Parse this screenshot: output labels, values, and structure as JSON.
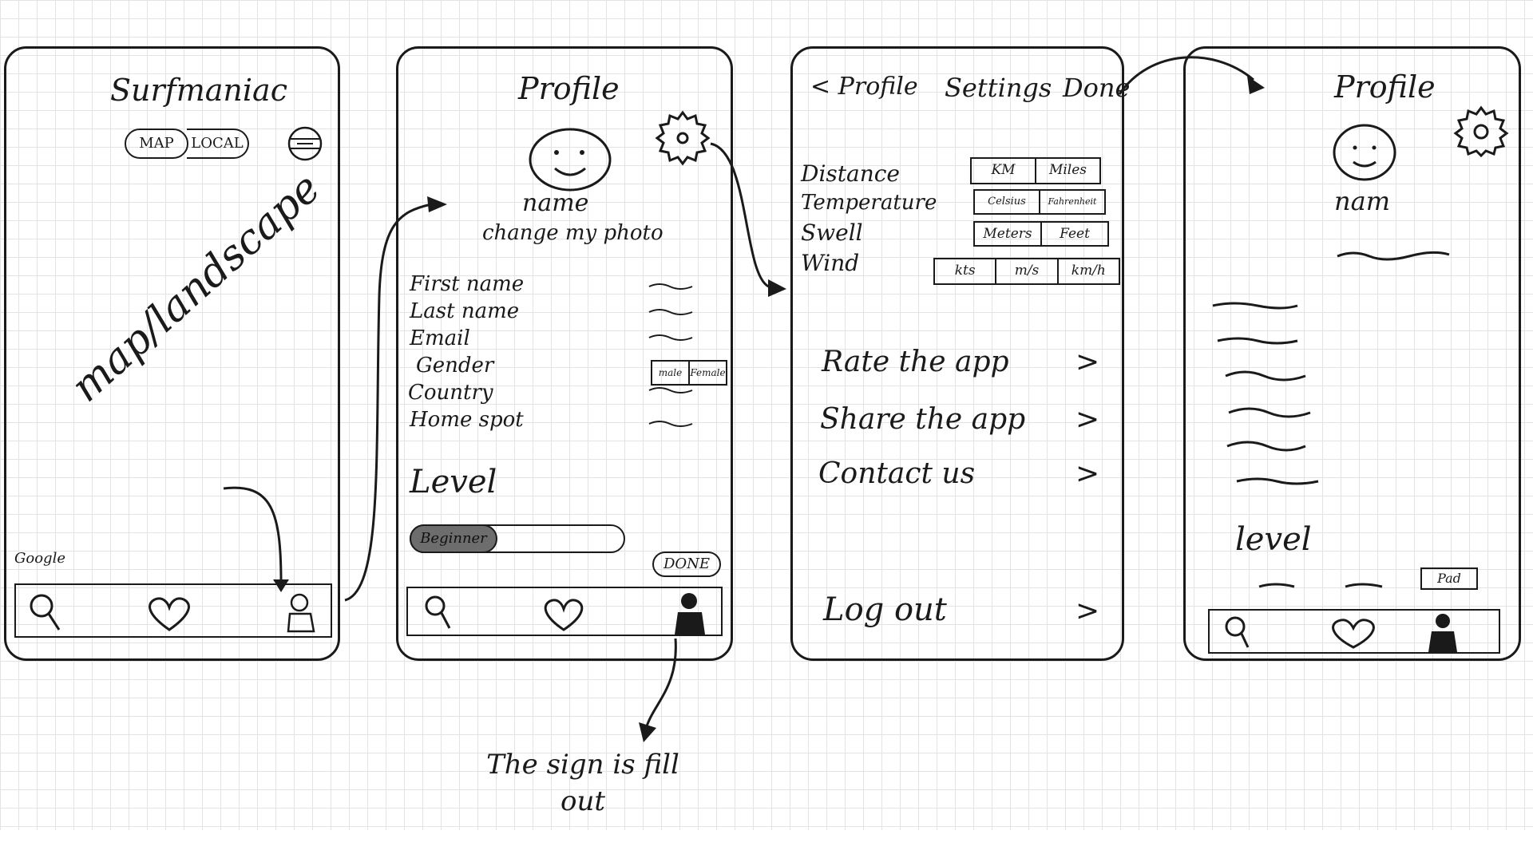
{
  "screen1": {
    "title": "Surfmaniac",
    "toggle": {
      "map": "MAP",
      "local": "LOCAL"
    },
    "map_placeholder": "map/landscape",
    "map_attribution": "Google"
  },
  "screen2": {
    "title": "Profile",
    "name": "name",
    "change_photo": "change my photo",
    "fields": [
      "First name",
      "Last name",
      "Email",
      "Gender",
      "Country",
      "Home spot"
    ],
    "gender_options": [
      "male",
      "Female"
    ],
    "level_label": "Level",
    "level_option": "Beginner",
    "done_button": "DONE"
  },
  "screen3": {
    "back_label": "< Profile",
    "title": "Settings",
    "done_label": "Done",
    "units": [
      {
        "label": "Distance",
        "options": [
          "KM",
          "Miles"
        ]
      },
      {
        "label": "Temperature",
        "options": [
          "Celsius",
          "Fahrenheit"
        ]
      },
      {
        "label": "Swell",
        "options": [
          "Meters",
          "Feet"
        ]
      },
      {
        "label": "Wind",
        "options": [
          "kts",
          "m/s",
          "km/h"
        ]
      }
    ],
    "menu": [
      "Rate the app",
      "Share the app",
      "Contact us"
    ],
    "chevron": ">",
    "logout": "Log out"
  },
  "screen4": {
    "title": "Profile",
    "name": "nam",
    "level_label": "level",
    "level_badge": "Pad"
  },
  "annotation": "The sign is fill out",
  "icons": {
    "search": "search-icon",
    "heart": "heart-icon",
    "profile": "profile-icon",
    "gear": "gear-icon",
    "avatar": "avatar-icon"
  }
}
